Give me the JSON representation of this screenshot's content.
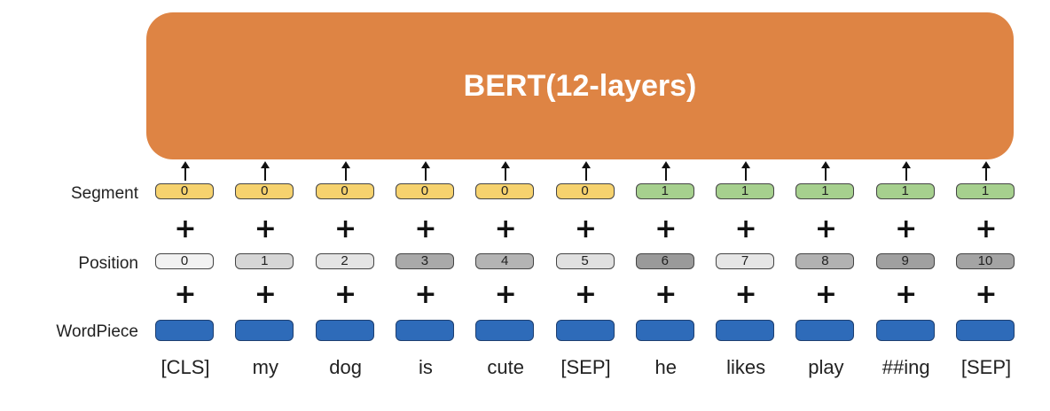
{
  "title": "BERT(12-layers)",
  "row_labels": {
    "segment": "Segment",
    "position": "Position",
    "wordpiece": "WordPiece"
  },
  "plus_sign": "+",
  "colors": {
    "bert": "#DE8444",
    "segment_a": "#F6D26E",
    "segment_b": "#A6D08E",
    "wordpiece": "#2E6BB9"
  },
  "tokens": [
    {
      "word": "[CLS]",
      "segment": "0",
      "position": "0",
      "pos_color": "#F2F2F2"
    },
    {
      "word": "my",
      "segment": "0",
      "position": "1",
      "pos_color": "#D6D6D6"
    },
    {
      "word": "dog",
      "segment": "0",
      "position": "2",
      "pos_color": "#E4E4E4"
    },
    {
      "word": "is",
      "segment": "0",
      "position": "3",
      "pos_color": "#A9A9A9"
    },
    {
      "word": "cute",
      "segment": "0",
      "position": "4",
      "pos_color": "#B4B4B4"
    },
    {
      "word": "[SEP]",
      "segment": "0",
      "position": "5",
      "pos_color": "#E0E0E0"
    },
    {
      "word": "he",
      "segment": "1",
      "position": "6",
      "pos_color": "#9A9A9A"
    },
    {
      "word": "likes",
      "segment": "1",
      "position": "7",
      "pos_color": "#E6E6E6"
    },
    {
      "word": "play",
      "segment": "1",
      "position": "8",
      "pos_color": "#B2B2B2"
    },
    {
      "word": "##ing",
      "segment": "1",
      "position": "9",
      "pos_color": "#A0A0A0"
    },
    {
      "word": "[SEP]",
      "segment": "1",
      "position": "10",
      "pos_color": "#A4A4A4"
    }
  ]
}
